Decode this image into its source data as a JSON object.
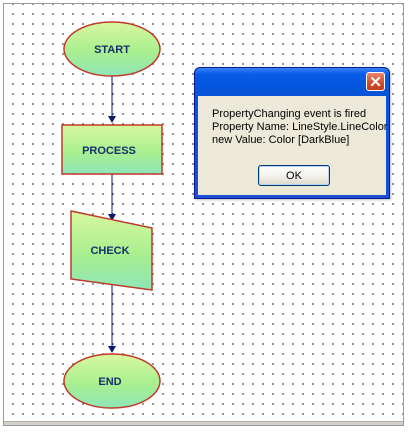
{
  "flowchart": {
    "nodes": [
      {
        "id": "start",
        "label": "START",
        "shape": "ellipse"
      },
      {
        "id": "process",
        "label": "PROCESS",
        "shape": "rectangle"
      },
      {
        "id": "check",
        "label": "CHECK",
        "shape": "manual-input"
      },
      {
        "id": "end",
        "label": "END",
        "shape": "ellipse"
      }
    ],
    "connector_color": "#0a1a6e",
    "shape_border_color": "#c0392b",
    "shape_fill_top": "#d8f7a0",
    "shape_fill_bottom": "#8ee6b8"
  },
  "dialog": {
    "close_icon": "close-x-icon",
    "message_lines": [
      "PropertyChanging event is fired",
      "Property Name: LineStyle.LineColor",
      "new Value: Color [DarkBlue]"
    ],
    "ok_label": "OK"
  }
}
